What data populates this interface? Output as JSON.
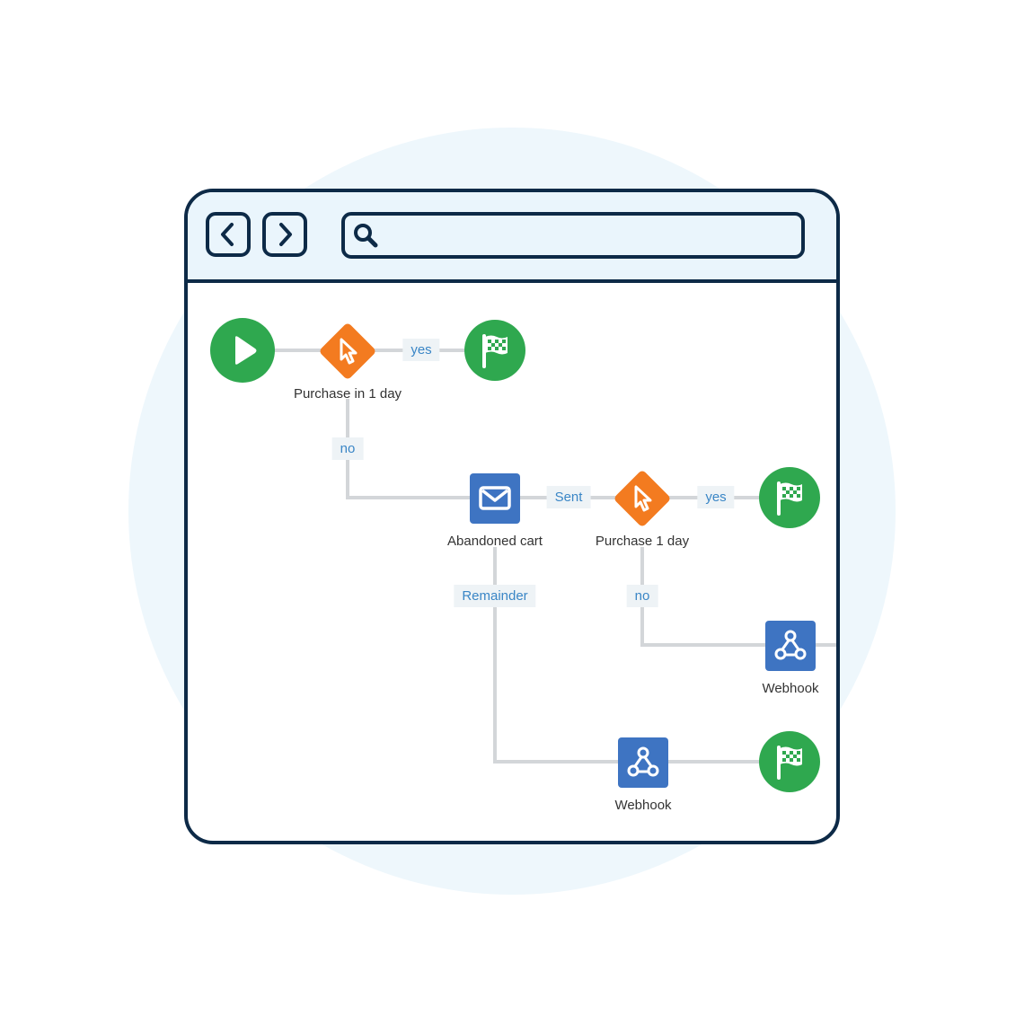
{
  "browser": {
    "search_value": "",
    "search_placeholder": ""
  },
  "colors": {
    "frame": "#0d2a47",
    "toolbar": "#eaf5fc",
    "start": "#2fa84f",
    "decision": "#f37b20",
    "action": "#3e74c2",
    "connector": "#d3d6d9",
    "edge_label_text": "#3a86c6"
  },
  "nodes": {
    "start": {
      "icon": "play-icon"
    },
    "decision1": {
      "icon": "cursor-icon",
      "label": "Purchase in 1 day"
    },
    "finish1": {
      "icon": "checkered-flag-icon"
    },
    "email": {
      "icon": "envelope-icon",
      "label": "Abandoned cart"
    },
    "decision2": {
      "icon": "cursor-icon",
      "label": "Purchase 1 day"
    },
    "finish2": {
      "icon": "checkered-flag-icon"
    },
    "webhook1": {
      "icon": "webhook-icon",
      "label": "Webhook"
    },
    "webhook2": {
      "icon": "webhook-icon",
      "label": "Webhook"
    },
    "finish3": {
      "icon": "checkered-flag-icon"
    }
  },
  "edges": {
    "d1_yes": "yes",
    "d1_no": "no",
    "email_sent": "Sent",
    "d2_yes": "yes",
    "d2_no": "no",
    "email_remainder": "Remainder"
  }
}
